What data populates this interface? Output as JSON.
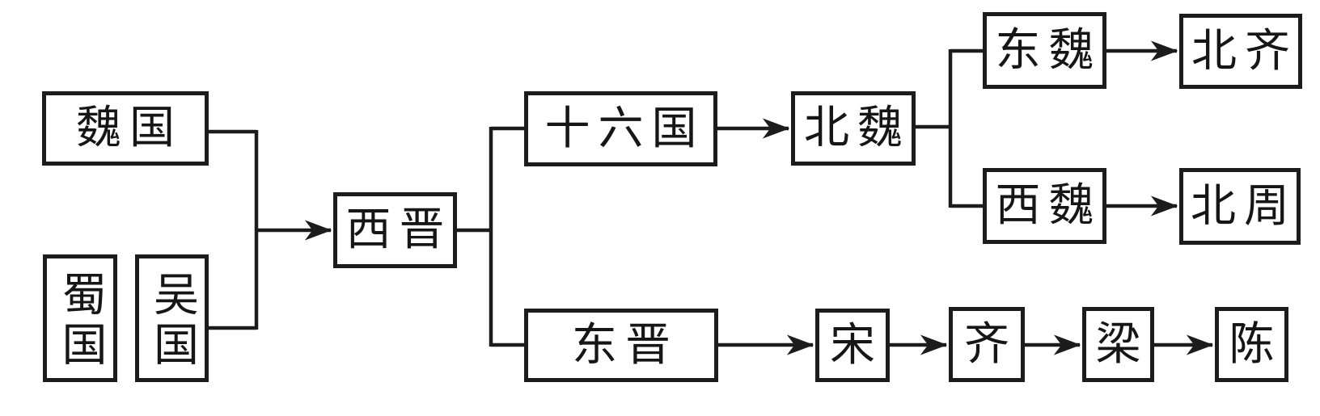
{
  "diagram": {
    "description": "Flow chart of Chinese dynastic succession from the Three Kingdoms through the Northern and Southern Dynasties",
    "nodes": [
      {
        "id": "wei-guo",
        "label": "魏国"
      },
      {
        "id": "shu-guo",
        "label": "蜀国"
      },
      {
        "id": "wu-guo",
        "label": "吴国"
      },
      {
        "id": "xi-jin",
        "label": "西晋"
      },
      {
        "id": "shiliu-guo",
        "label": "十六国"
      },
      {
        "id": "bei-wei",
        "label": "北魏"
      },
      {
        "id": "dong-wei",
        "label": "东魏"
      },
      {
        "id": "bei-qi",
        "label": "北齐"
      },
      {
        "id": "xi-wei",
        "label": "西魏"
      },
      {
        "id": "bei-zhou",
        "label": "北周"
      },
      {
        "id": "dong-jin",
        "label": "东晋"
      },
      {
        "id": "song",
        "label": "宋"
      },
      {
        "id": "qi",
        "label": "齐"
      },
      {
        "id": "liang",
        "label": "梁"
      },
      {
        "id": "chen",
        "label": "陈"
      }
    ],
    "edges": [
      {
        "from": [
          "wei-guo",
          "wu-guo"
        ],
        "to": "xi-jin",
        "style": "merge-bracket-arrow"
      },
      {
        "from": "xi-jin",
        "to": [
          "shiliu-guo",
          "dong-jin"
        ],
        "style": "split-bracket"
      },
      {
        "from": "shiliu-guo",
        "to": "bei-wei",
        "style": "arrow"
      },
      {
        "from": "bei-wei",
        "to": [
          "dong-wei",
          "xi-wei"
        ],
        "style": "split-bracket"
      },
      {
        "from": "dong-wei",
        "to": "bei-qi",
        "style": "arrow"
      },
      {
        "from": "xi-wei",
        "to": "bei-zhou",
        "style": "arrow"
      },
      {
        "from": "dong-jin",
        "to": "song",
        "style": "arrow"
      },
      {
        "from": "song",
        "to": "qi",
        "style": "arrow"
      },
      {
        "from": "qi",
        "to": "liang",
        "style": "arrow"
      },
      {
        "from": "liang",
        "to": "chen",
        "style": "arrow"
      }
    ],
    "colors": {
      "stroke": "#1c1c1c",
      "background": "#ffffff",
      "text": "#161616"
    }
  }
}
